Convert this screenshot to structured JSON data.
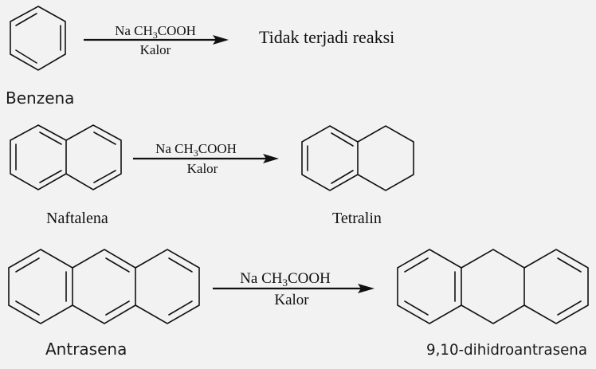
{
  "diagram": {
    "background": "#f2f2f2",
    "reactions": [
      {
        "reactant": "Benzena",
        "reagent": "Na CH",
        "reagent_sub": "3",
        "reagent_tail": "COOH",
        "condition": "Kalor",
        "product": "Tidak terjadi reaksi"
      },
      {
        "reactant": "Naftalena",
        "reagent": "Na CH",
        "reagent_sub": "3",
        "reagent_tail": "COOH",
        "condition": "Kalor",
        "product": "Tetralin"
      },
      {
        "reactant": "Antrasena",
        "reagent": "Na CH",
        "reagent_sub": "3",
        "reagent_tail": "COOH",
        "condition": "Kalor",
        "product": "9,10-dihidroantrasena"
      }
    ]
  }
}
